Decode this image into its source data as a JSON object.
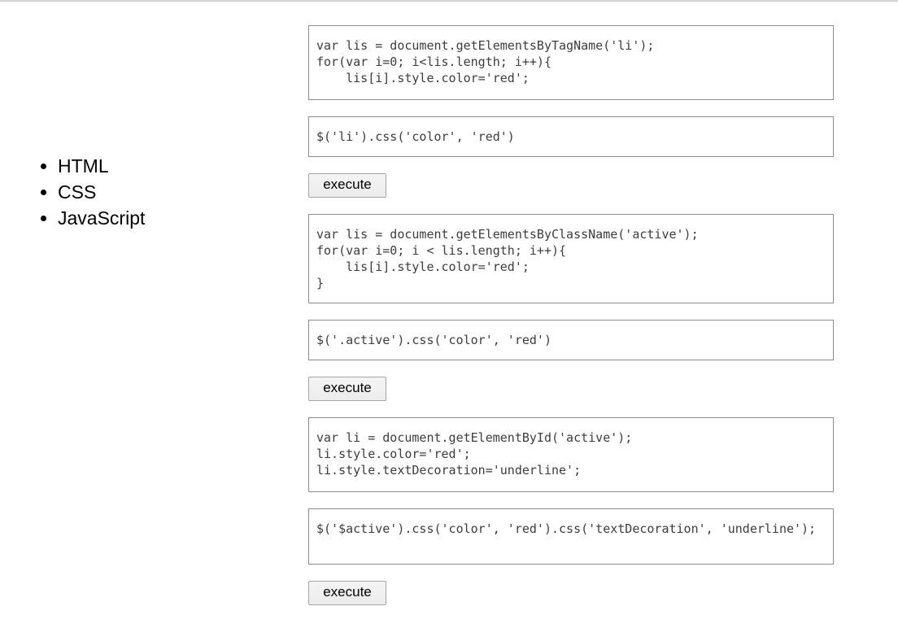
{
  "page": {
    "background_color": "#ffffff",
    "top_border_color": "#d6d6d6",
    "textarea_border_color": "#8c8c8c",
    "button_border_color": "#a5a5a5",
    "button_background_color": "#f0f0f0"
  },
  "menu": {
    "items": [
      {
        "label": "HTML"
      },
      {
        "label": "CSS"
      },
      {
        "label": "JavaScript"
      }
    ]
  },
  "exercises": [
    {
      "dom_code": "var lis = document.getElementsByTagName('li');\nfor(var i=0; i<lis.length; i++){\n    lis[i].style.color='red';",
      "jquery_code": "$('li').css('color', 'red')",
      "execute_label": "execute"
    },
    {
      "dom_code": "var lis = document.getElementsByClassName('active');\nfor(var i=0; i < lis.length; i++){\n    lis[i].style.color='red';\n}",
      "jquery_code": "$('.active').css('color', 'red')",
      "execute_label": "execute"
    },
    {
      "dom_code": "var li = document.getElementById('active');\nli.style.color='red';\nli.style.textDecoration='underline';",
      "jquery_code": "$('$active').css('color', 'red').css('textDecoration', 'underline');",
      "execute_label": "execute"
    }
  ]
}
